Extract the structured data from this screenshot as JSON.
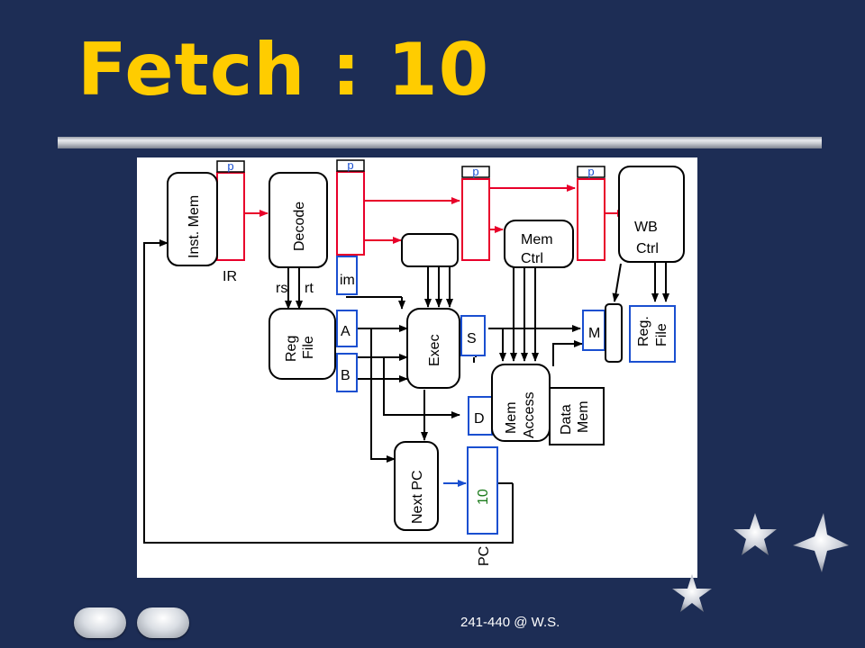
{
  "slide": {
    "title": "Fetch : 10"
  },
  "diagram": {
    "labels": {
      "inst_mem": "Inst. Mem",
      "ir": "IR",
      "decode": "Decode",
      "rs": "rs",
      "rt": "rt",
      "reg_file": "Reg\nFile",
      "im": "im",
      "a": "A",
      "b": "B",
      "exec": "Exec",
      "s": "S",
      "mem_ctrl": "Mem\nCtrl",
      "wb_ctrl": "WB\nCtrl",
      "mem_access": "Mem\nAccess",
      "data_mem": "Data\nMem",
      "d": "D",
      "m": "M",
      "reg_file_wb": "Reg.\nFile",
      "next_pc": "Next PC",
      "pc": "PC",
      "pc_value": "10",
      "pipe_tag": "p"
    }
  },
  "footer": {
    "text": "241-440 @ W.S."
  },
  "nav": {
    "prev": "previous-slide",
    "next": "next-slide"
  },
  "colors": {
    "background": "#1d2d55",
    "title": "#ffcc00",
    "pipeline_red": "#e8002a",
    "register_blue": "#1a4fd0",
    "pc_value": "#1a7a1a"
  }
}
